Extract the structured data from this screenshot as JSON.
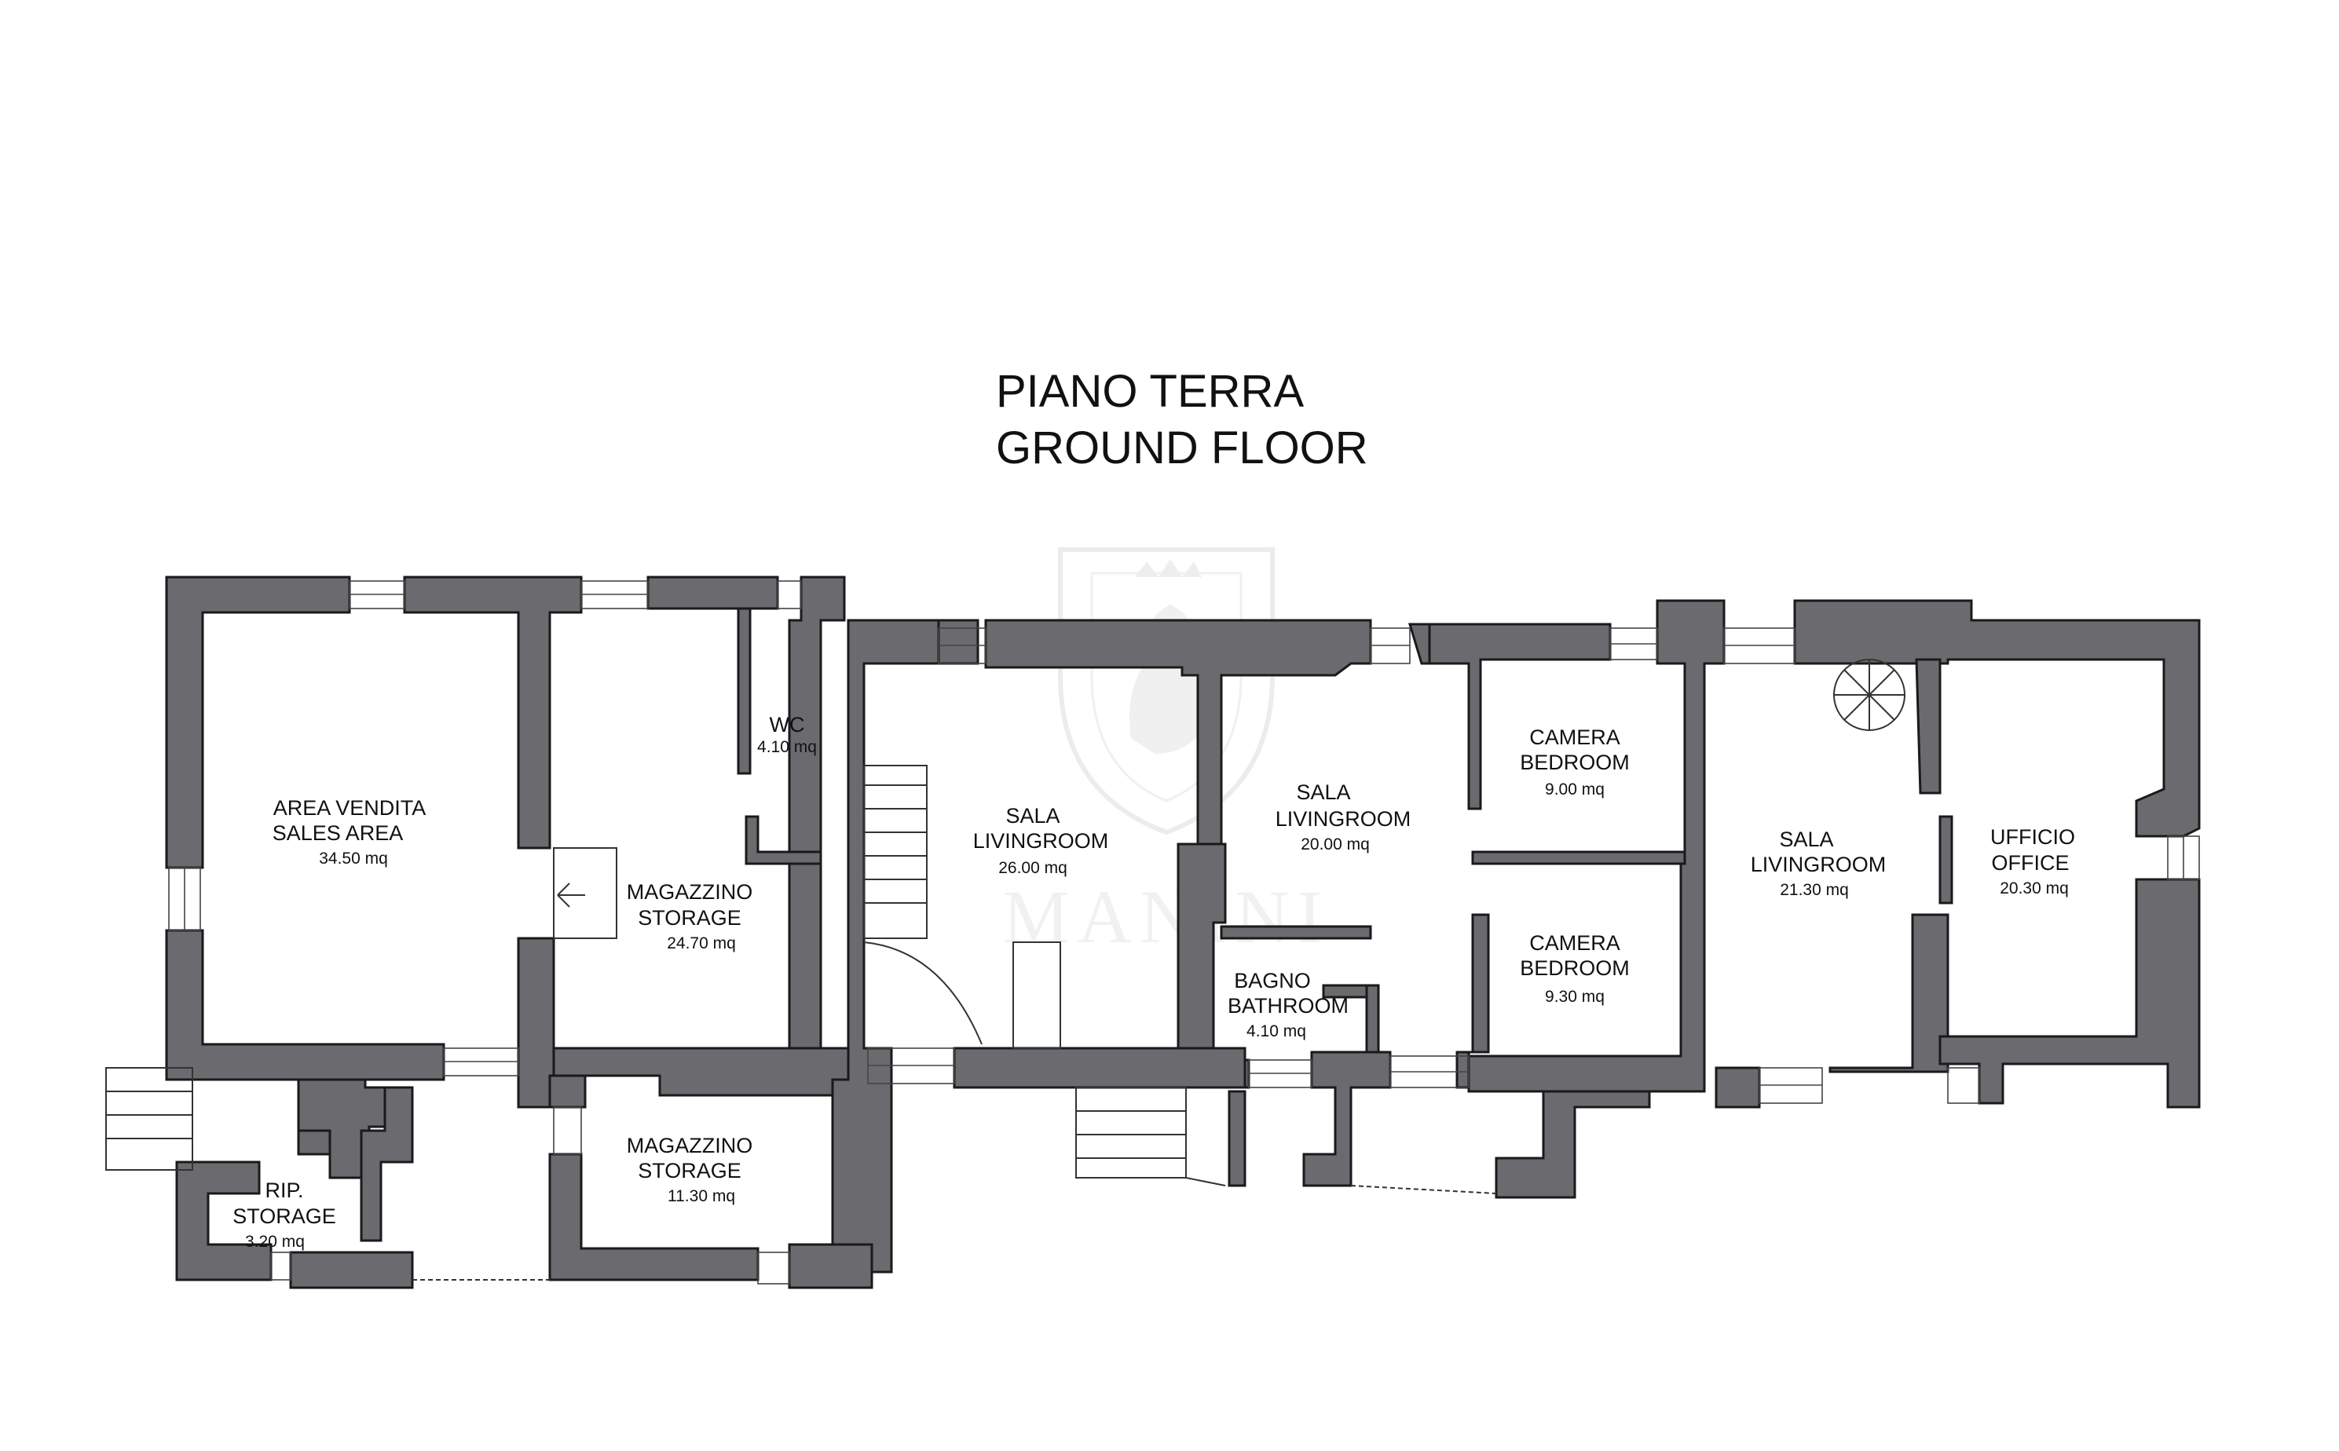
{
  "title": {
    "line1": "PIANO TERRA",
    "line2": "GROUND FLOOR"
  },
  "watermark": {
    "text": "MANINI"
  },
  "rooms": [
    {
      "name1": "AREA VENDITA",
      "name2": "SALES AREA",
      "area": "34.50 mq"
    },
    {
      "name1": "MAGAZZINO",
      "name2": "STORAGE",
      "area": "24.70 mq"
    },
    {
      "name1": "WC",
      "name2": "",
      "area": "4.10 mq"
    },
    {
      "name1": "SALA",
      "name2": "LIVINGROOM",
      "area": "26.00 mq"
    },
    {
      "name1": "SALA",
      "name2": "LIVINGROOM",
      "area": "20.00 mq"
    },
    {
      "name1": "CAMERA",
      "name2": "BEDROOM",
      "area": "9.00 mq"
    },
    {
      "name1": "CAMERA",
      "name2": "BEDROOM",
      "area": "9.30 mq"
    },
    {
      "name1": "BAGNO",
      "name2": "BATHROOM",
      "area": "4.10 mq"
    },
    {
      "name1": "SALA",
      "name2": "LIVINGROOM",
      "area": "21.30 mq"
    },
    {
      "name1": "UFFICIO",
      "name2": "OFFICE",
      "area": "20.30 mq"
    },
    {
      "name1": "MAGAZZINO",
      "name2": "STORAGE",
      "area": "11.30 mq"
    },
    {
      "name1": "RIP.",
      "name2": "STORAGE",
      "area": "3.20 mq"
    }
  ],
  "colors": {
    "wall": "#6b6b6f",
    "line": "#1a1a1a",
    "background": "#ffffff"
  }
}
